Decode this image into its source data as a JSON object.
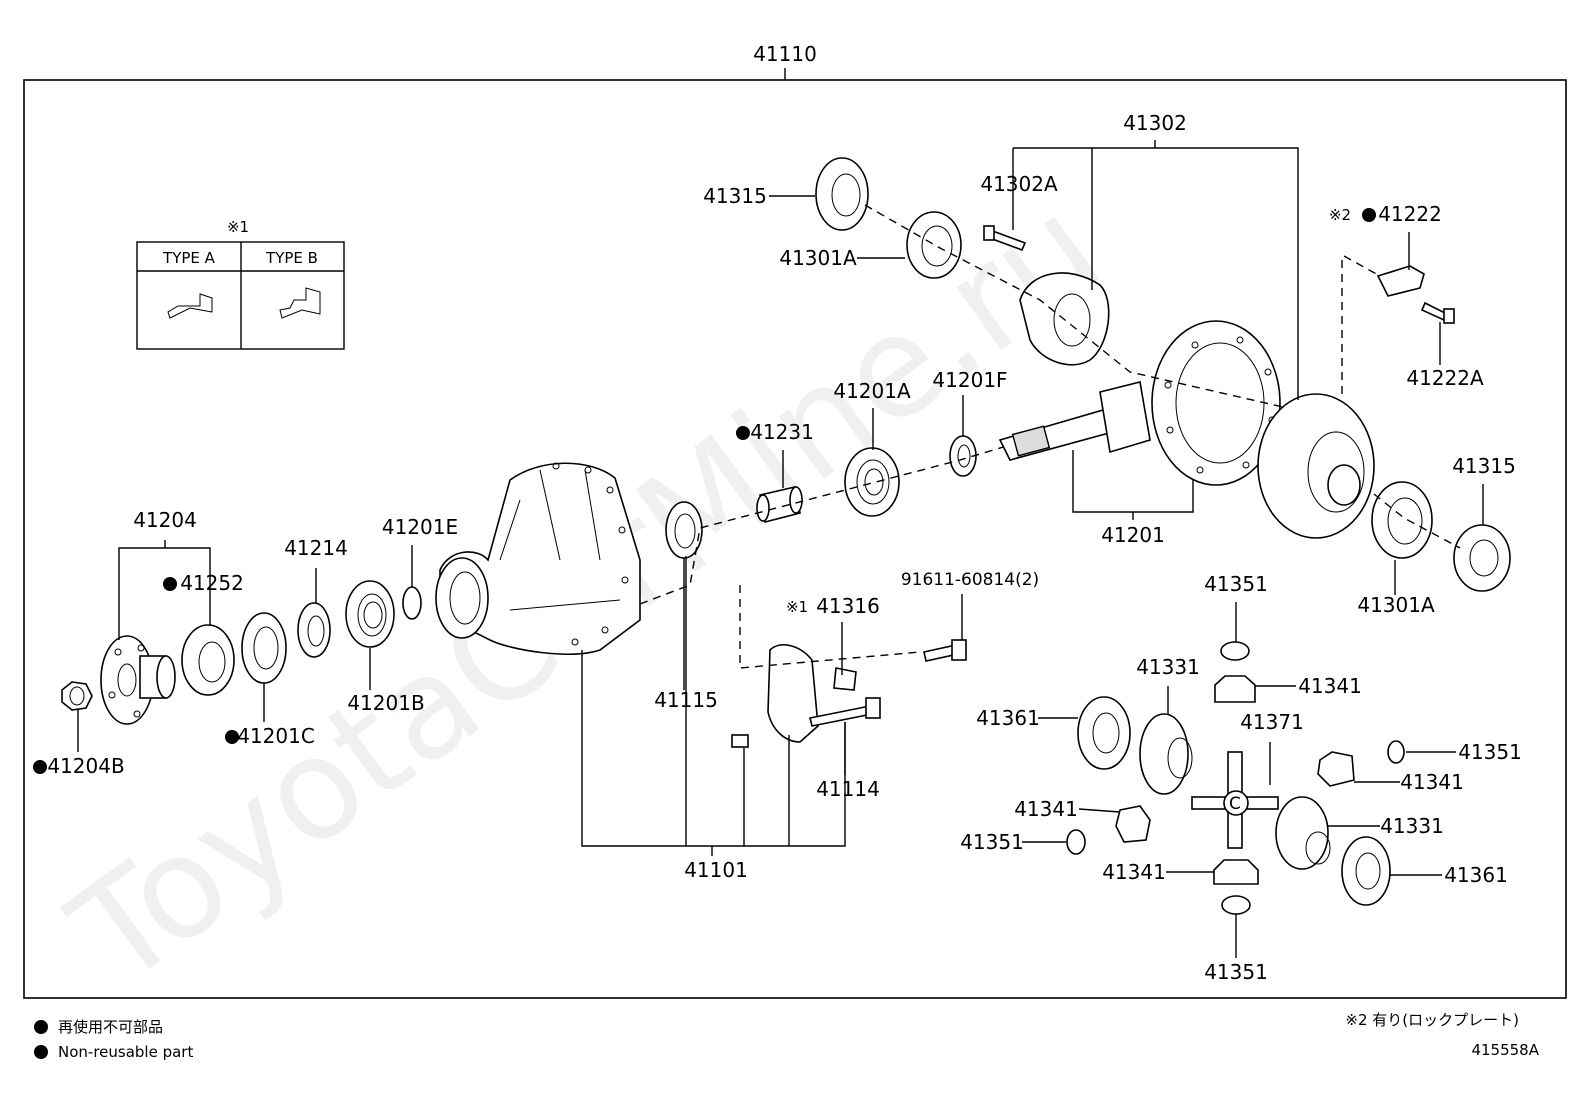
{
  "assembly_label": "41110",
  "drawing_number": "415558A",
  "legend": {
    "non_reusable_jp": "再使用不可部品",
    "non_reusable_en": "Non-reusable part",
    "note2": "※2 有り(ロックプレート)"
  },
  "type_table": {
    "note": "※1",
    "type_a": "TYPE A",
    "type_b": "TYPE B"
  },
  "watermark": "ToyotaCarMine.ru",
  "parts": {
    "p41302": "41302",
    "p41315_top": "41315",
    "p41302A": "41302A",
    "p41301A_top": "41301A",
    "note_2": "※2",
    "p41222": "41222",
    "p41222A": "41222A",
    "p41201A": "41201A",
    "p41201F": "41201F",
    "p41231": "41231",
    "p41315_right": "41315",
    "p41201": "41201",
    "p41204": "41204",
    "p41252": "41252",
    "p41214": "41214",
    "p41201E": "41201E",
    "p91611": "91611-60814(2)",
    "note_1": "※1",
    "p41316": "41316",
    "p41351_top": "41351",
    "p41301A_right": "41301A",
    "p41331_top": "41331",
    "p41341_top": "41341",
    "p41361_left": "41361",
    "p41371": "41371",
    "p41351_right": "41351",
    "p41341_right": "41341",
    "p41115": "41115",
    "p41201B": "41201B",
    "p41201C": "41201C",
    "p41204B": "41204B",
    "p41114": "41114",
    "p41341_left": "41341",
    "p41331_bottom": "41331",
    "p41351_left": "41351",
    "p41341_bottom": "41341",
    "p41361_right": "41361",
    "p41101": "41101",
    "p41351_bottom": "41351"
  }
}
